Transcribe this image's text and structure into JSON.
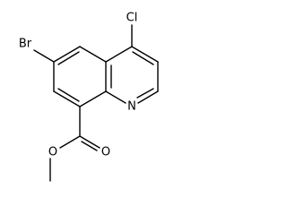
{
  "molecule": {
    "atoms": {
      "br": "Br",
      "cl": "Cl",
      "n": "N",
      "o_carbonyl": "O",
      "o_ester": "O"
    },
    "colors": {
      "bond": "#000000",
      "label": "#000000",
      "background": "#ffffff"
    }
  }
}
